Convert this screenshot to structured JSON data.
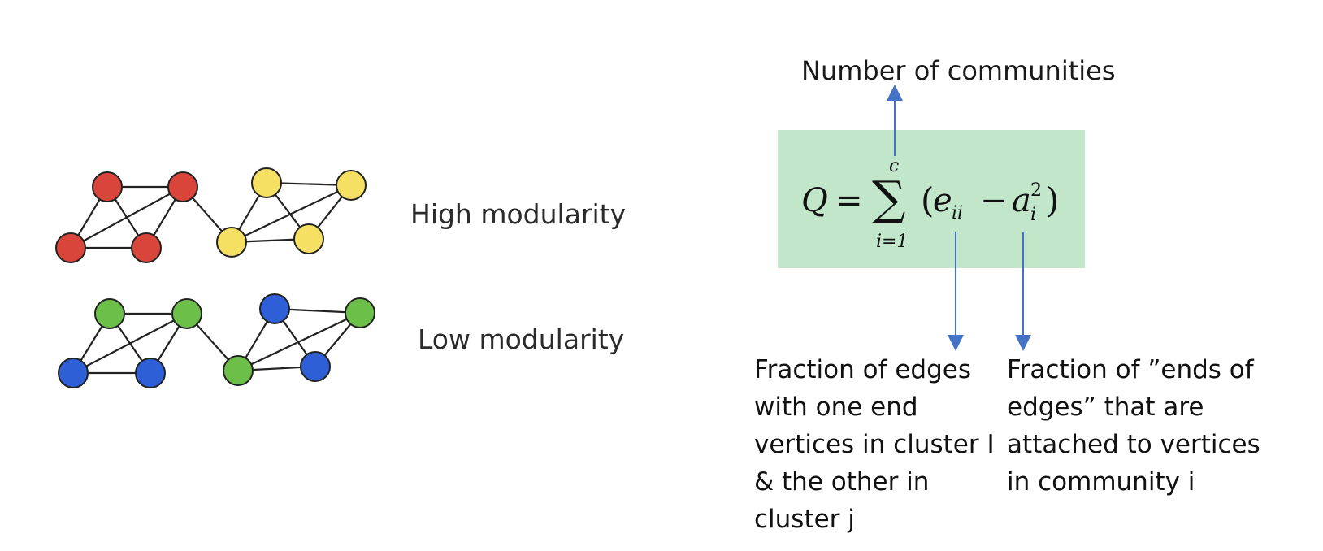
{
  "graphs": {
    "high": {
      "label": "High modularity",
      "node_colors": [
        "#d9453a",
        "#d9453a",
        "#d9453a",
        "#d9453a",
        "#f5e063",
        "#f5e063",
        "#f5e063",
        "#f5e063"
      ]
    },
    "low": {
      "label": "Low modularity",
      "node_colors": [
        "#6cc04a",
        "#6cc04a",
        "#2f5fd6",
        "#2f5fd6",
        "#2f5fd6",
        "#6cc04a",
        "#6cc04a",
        "#2f5fd6"
      ]
    }
  },
  "formula": {
    "lhs": "Q",
    "equals": "=",
    "sum": "∑",
    "upper": "c",
    "lower": "i=1",
    "open": "(",
    "e": "e",
    "e_sub": "ii",
    "minus": "−",
    "a": "a",
    "a_sub": "i",
    "a_sup": "2",
    "close": ")",
    "box_color": "#c2e6c9"
  },
  "annotations": {
    "top": "Number of communities",
    "left_lines": [
      "Fraction of edges",
      "with one end",
      "vertices in cluster I",
      "& the other in",
      "cluster j"
    ],
    "right_lines": [
      "Fraction of ”ends of",
      "edges” that are",
      "attached to vertices",
      "in community i"
    ]
  },
  "arrow_color": "#4472c4"
}
